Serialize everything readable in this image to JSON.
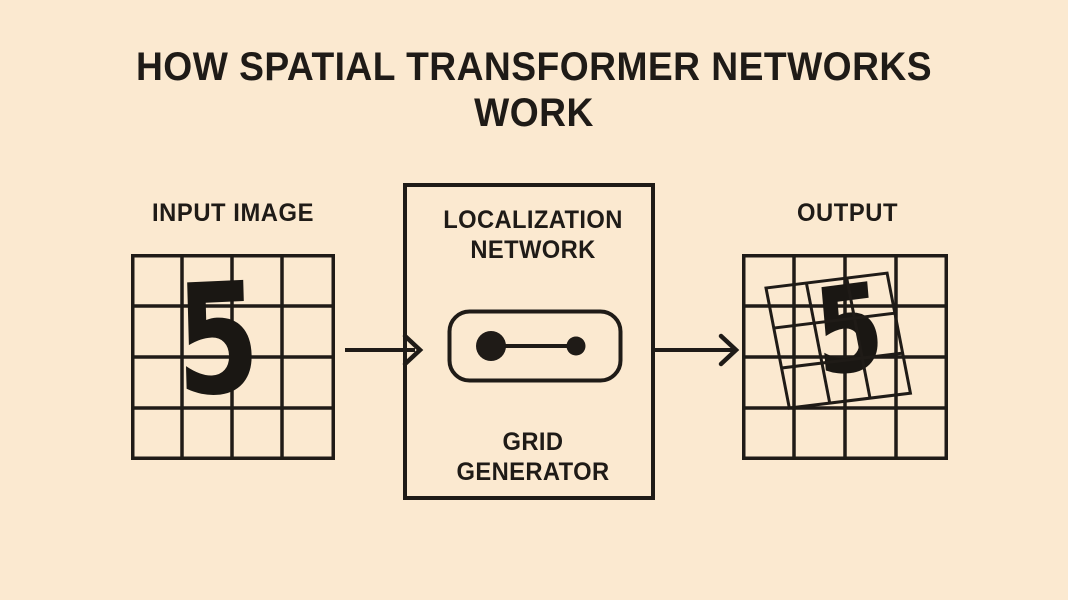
{
  "page": {
    "background_color": "#fbe9d0",
    "ink_color": "#1f1b17"
  },
  "title": {
    "line1": "HOW SPATIAL TRANSFORMER NETWORKS",
    "line2": "WORK",
    "full": "HOW SPATIAL TRANSFORMER NETWORKS WORK"
  },
  "input": {
    "caption": "INPUT IMAGE",
    "digit": "5",
    "grid_rows": 4,
    "grid_cols": 4
  },
  "module": {
    "label_top_line1": "LOCALIZATION",
    "label_top_line2": "NETWORK",
    "label_bottom_line1": "GRID",
    "label_bottom_line2": "GENERATOR",
    "pill_icon": "node-link-icon"
  },
  "output": {
    "caption": "OUTPUT",
    "digit": "5",
    "grid_rows": 4,
    "grid_cols": 4,
    "sampling_grid_rows": 3,
    "sampling_grid_cols": 3,
    "sampling_grid_rotation_deg": -7
  },
  "arrows": {
    "left_label": "arrow-input-to-module",
    "right_label": "arrow-module-to-output"
  },
  "diagram_data": {
    "type": "flow",
    "stages": [
      {
        "name": "INPUT IMAGE",
        "content": "5",
        "representation": "4x4 sampling grid"
      },
      {
        "name": "LOCALIZATION NETWORK / GRID GENERATOR",
        "content": "node-link-icon",
        "representation": "module box"
      },
      {
        "name": "OUTPUT",
        "content": "5",
        "representation": "4x4 grid with rotated 3x3 sampling grid"
      }
    ],
    "connections": [
      {
        "from": "INPUT IMAGE",
        "to": "LOCALIZATION NETWORK / GRID GENERATOR"
      },
      {
        "from": "LOCALIZATION NETWORK / GRID GENERATOR",
        "to": "OUTPUT"
      }
    ]
  }
}
